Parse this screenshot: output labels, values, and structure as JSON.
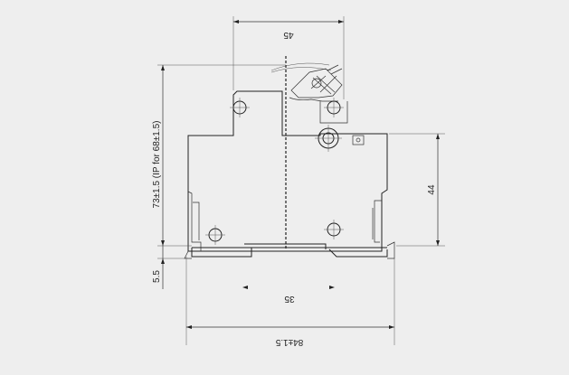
{
  "diagram": {
    "dimensions": {
      "top_width": "45",
      "inner_width": "35",
      "overall_width": "84±1.5",
      "overall_height": "73±1.5 (IP for 68±1.5)",
      "right_height": "44",
      "rail_height": "5.5"
    }
  },
  "colors": {
    "background": "#eeeeee",
    "line": "#222222"
  }
}
